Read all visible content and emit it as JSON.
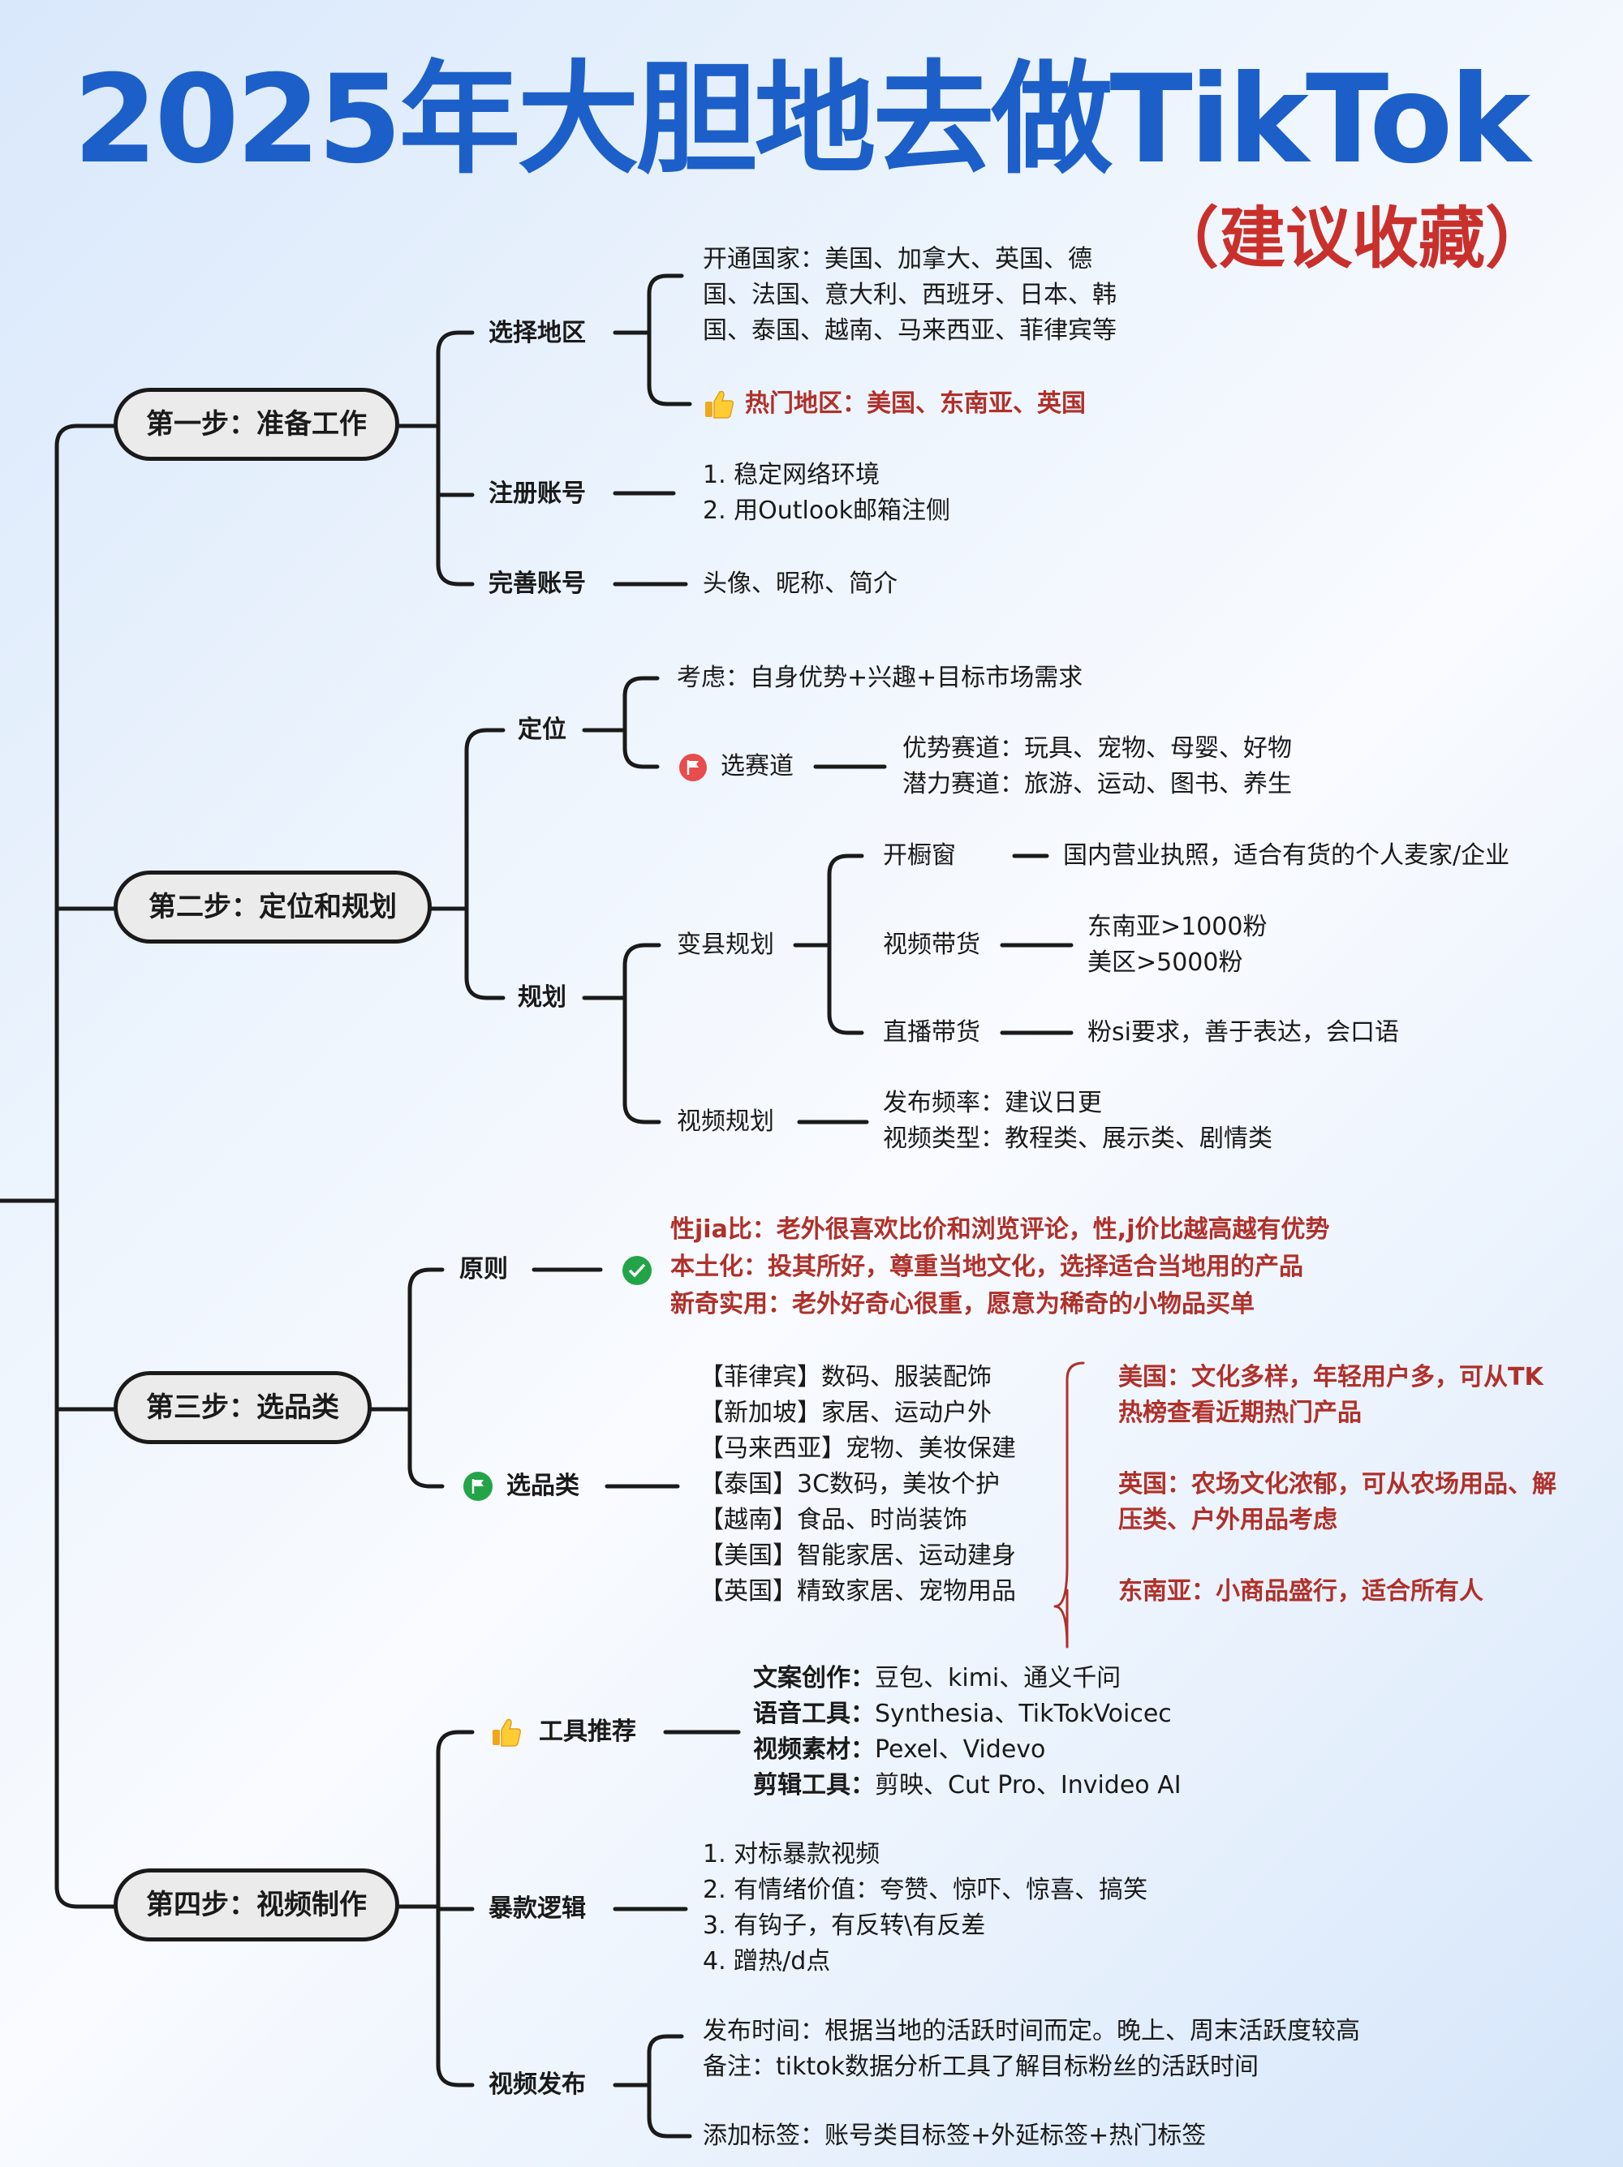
{
  "title": "2025年大胆地去做TikTok",
  "subtitle": "（建议收藏）",
  "colors": {
    "title": "#1d5fc9",
    "accent_red": "#b0302a",
    "line": "#1a1a1a",
    "check_green": "#22a447",
    "flag_red": "#e04a4a"
  },
  "step1": {
    "label": "第一步：准备工作",
    "branch1": {
      "label": "选择地区",
      "lines": [
        "开通国家：美国、加拿大、英国、德",
        "国、法国、意大利、西班牙、日本、韩",
        "国、泰国、越南、马来西亚、菲律宾等"
      ],
      "hot": "热门地区：美国、东南亚、英国"
    },
    "branch2": {
      "label": "注册账号",
      "lines": [
        "1. 稳定网络环境",
        "2. 用Outlook邮箱注侧"
      ]
    },
    "branch3": {
      "label": "完善账号",
      "text": "头像、昵称、简介"
    }
  },
  "step2": {
    "label": "第二步：定位和规划",
    "pos": {
      "label": "定位",
      "consider": "考虑：自身优势+兴趣+目标市场需求",
      "track_label": "选赛道",
      "track_lines": [
        "优势赛道：玩具、宠物、母婴、好物",
        "潜力赛道：旅游、运动、图书、养生"
      ]
    },
    "plan": {
      "label": "规划",
      "monetize": {
        "label": "变县规划",
        "window": {
          "label": "开橱窗",
          "text": "国内营业执照，适合有货的个人麦家/企业"
        },
        "video": {
          "label": "视频带货",
          "lines": [
            "东南亚>1000粉",
            "美区>5000粉"
          ]
        },
        "live": {
          "label": "直播带货",
          "text": "粉si要求，善于表达，会口语"
        }
      },
      "video_plan": {
        "label": "视频规划",
        "lines": [
          "发布频率：建议日更",
          "视频类型：教程类、展示类、剧情类"
        ]
      }
    }
  },
  "step3": {
    "label": "第三步：选品类",
    "principle": {
      "label": "原则",
      "lines": [
        "性jia比：老外很喜欢比价和浏览评论，性,j价比越高越有优势",
        "本土化：投其所好，尊重当地文化，选择适合当地用的产品",
        "新奇实用：老外好奇心很重，愿意为稀奇的小物品买单"
      ]
    },
    "category": {
      "label": "选品类",
      "countries": [
        "【菲律宾】数码、服装配饰",
        "【新加坡】家居、运动户外",
        "【马来西亚】宠物、美妆保建",
        "【泰国】3C数码，美妆个护",
        "【越南】食品、时尚装饰",
        "【美国】智能家居、运动建身",
        "【英国】精致家居、宠物用品"
      ],
      "notes": [
        "美国：文化多样，年轻用户多，可从TK",
        "热榜查看近期热门产品",
        "英国：农场文化浓郁，可从农场用品、解",
        "压类、户外用品考虑",
        "东南亚：小商品盛行，适合所有人"
      ]
    }
  },
  "step4": {
    "label": "第四步：视频制作",
    "tools": {
      "label": "工具推荐",
      "items": [
        {
          "k": "文案创作：",
          "v": "豆包、kimi、通义千问"
        },
        {
          "k": "语音工具：",
          "v": "Synthesia、TikTokVoicec"
        },
        {
          "k": "视频素材：",
          "v": "Pexel、Videvo"
        },
        {
          "k": "剪辑工具：",
          "v": "剪映、Cut Pro、Invideo AI"
        }
      ]
    },
    "viral": {
      "label": "暴款逻辑",
      "lines": [
        "1. 对标暴款视频",
        "2. 有情绪价值：夸赞、惊吓、惊喜、搞笑",
        "3. 有钩子，有反转\\有反差",
        "4. 蹭热/d点"
      ]
    },
    "publish": {
      "label": "视频发布",
      "lines": [
        "发布时间：根据当地的活跃时间而定。晚上、周末活跃度较高",
        "备注：tiktok数据分析工具了解目标粉丝的活跃时间"
      ],
      "tags": "添加标签：账号类目标签+外延标签+热门标签"
    }
  }
}
